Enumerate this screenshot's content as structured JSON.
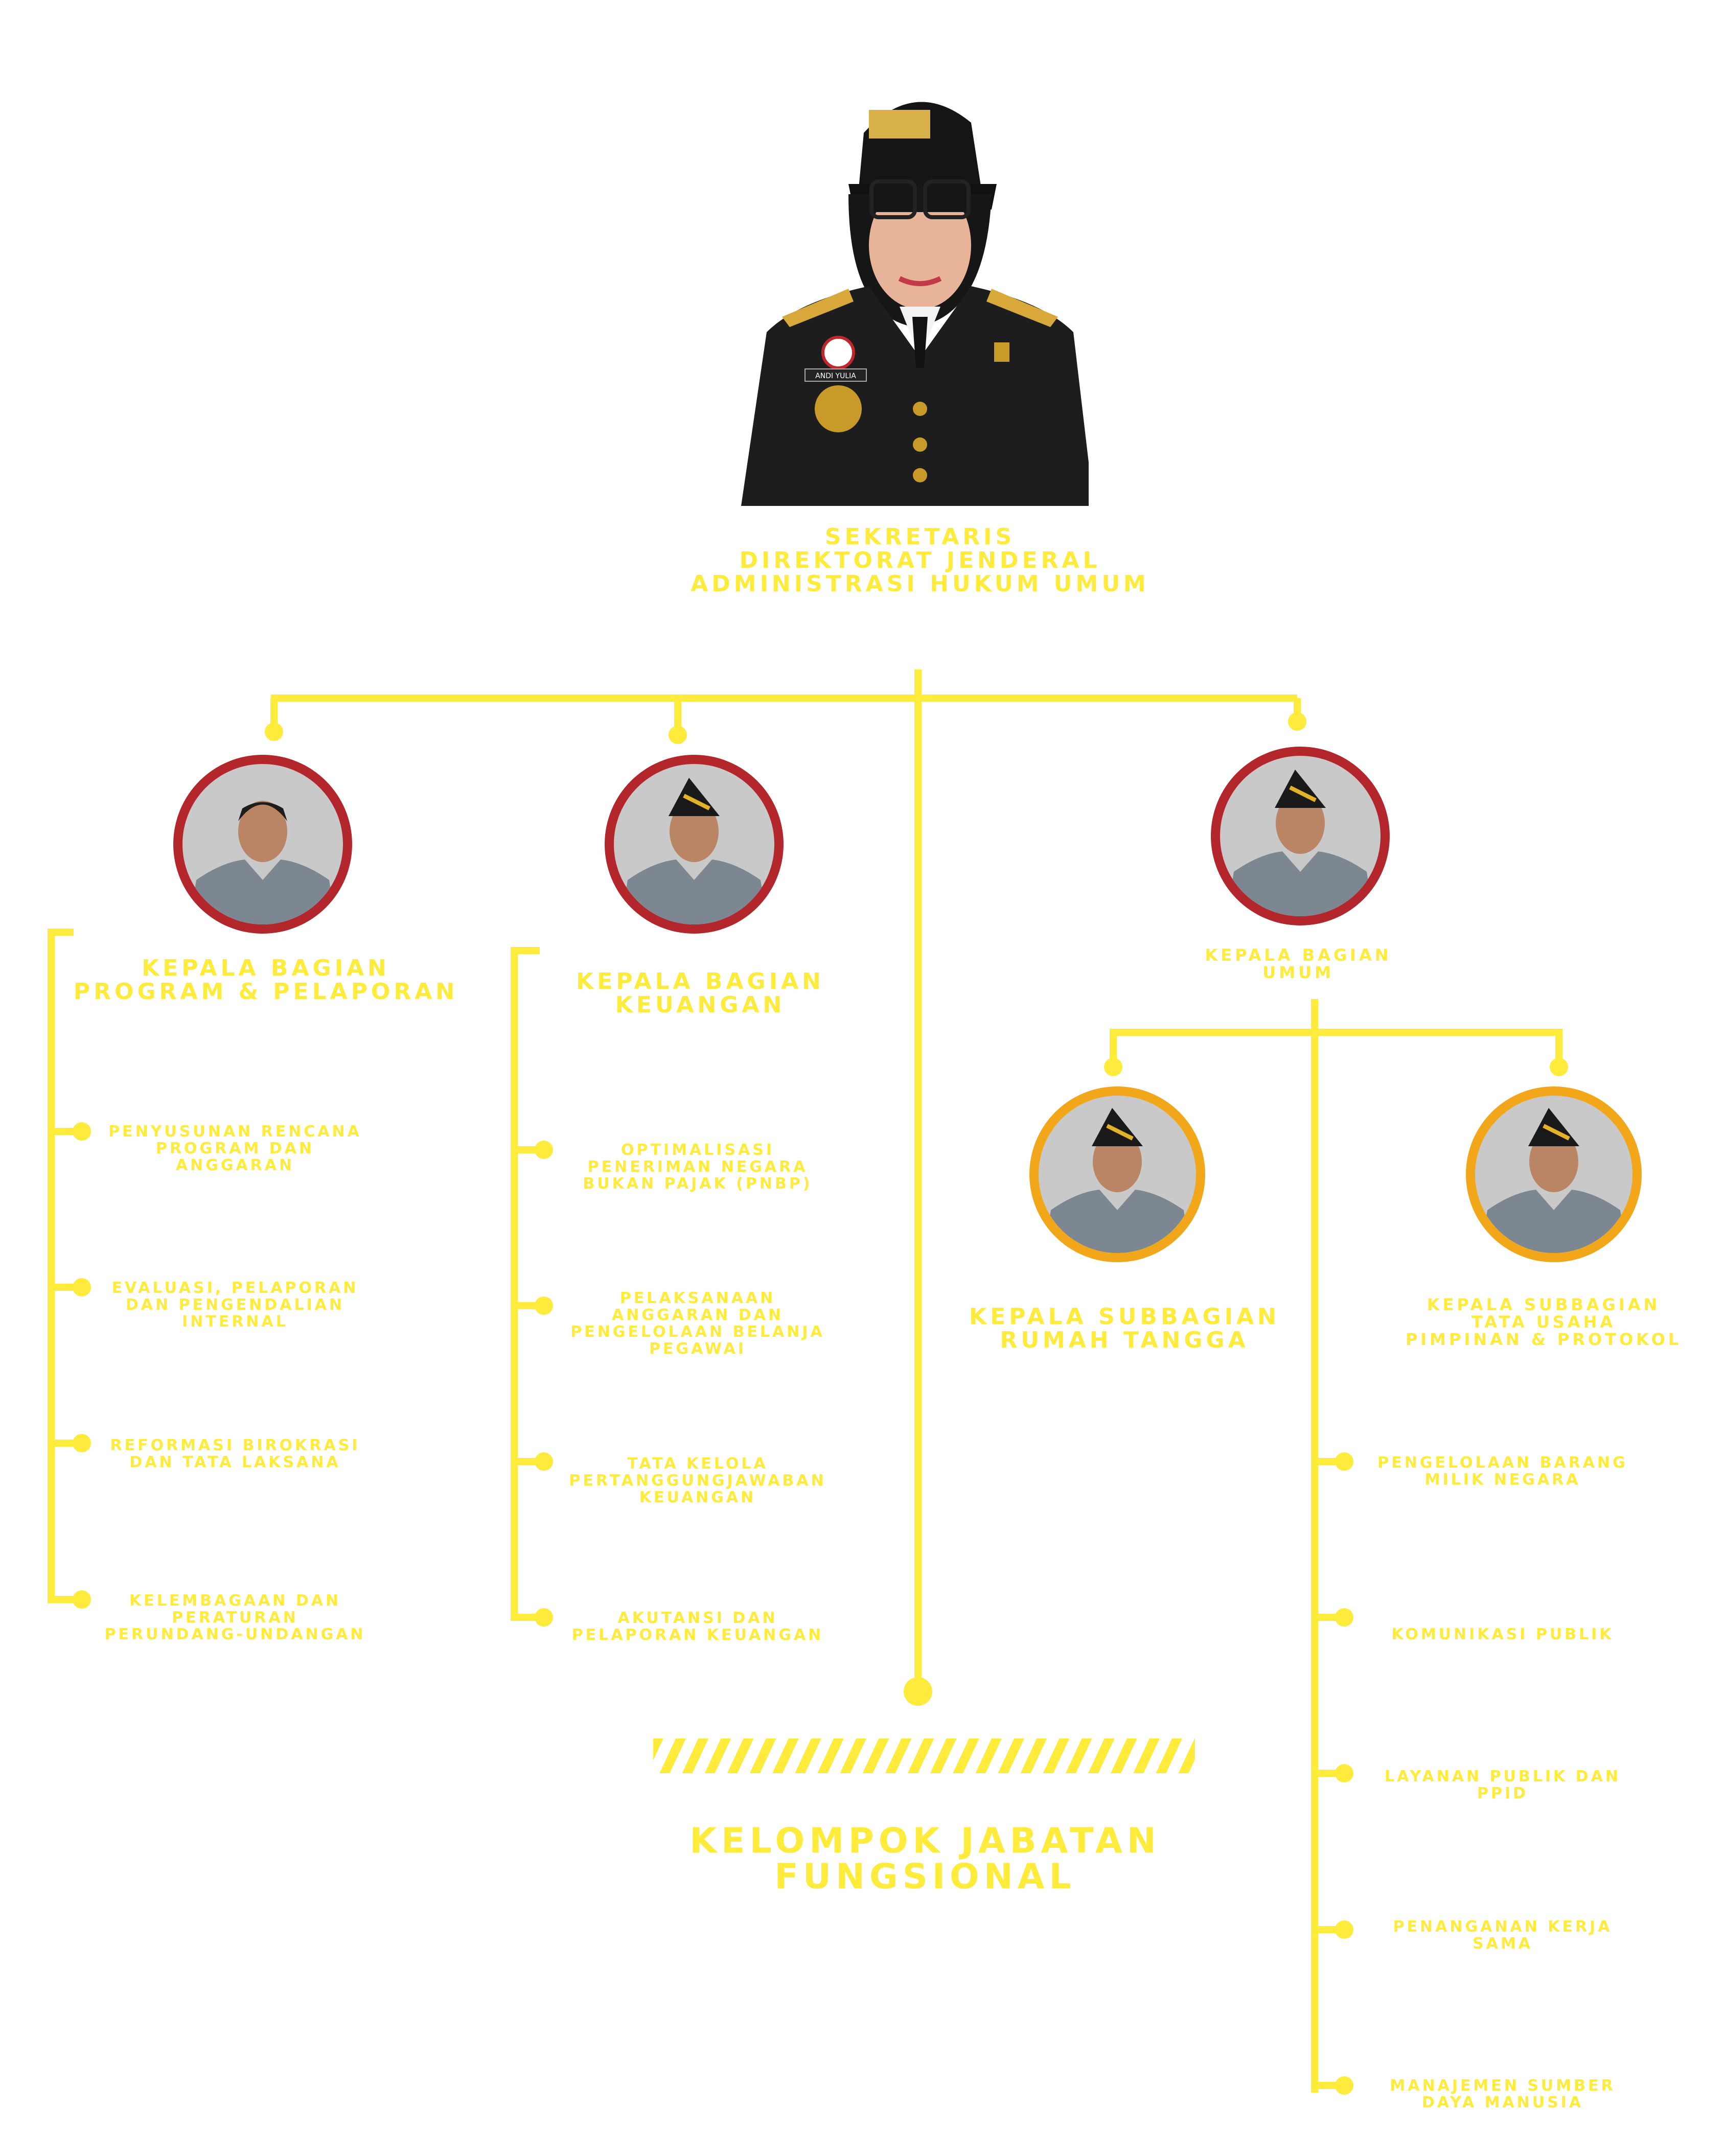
{
  "colors": {
    "line": "#FFEB3B",
    "text": "#FFEB3B",
    "ring_head": "#B3262B",
    "ring_sub": "#F2A71B",
    "photo_bg": "#C9C9C9"
  },
  "top": {
    "name_tag": "ANDI YULIA",
    "title": [
      "SEKRETARIS",
      "DIREKTORAT JENDERAL",
      "ADMINISTRASI HUKUM UMUM"
    ]
  },
  "units": {
    "program": {
      "title": [
        "KEPALA BAGIAN",
        "PROGRAM & PELAPORAN"
      ],
      "items": [
        [
          "PENYUSUNAN RENCANA",
          "PROGRAM DAN",
          "ANGGARAN"
        ],
        [
          "EVALUASI, PELAPORAN",
          "DAN PENGENDALIAN",
          "INTERNAL"
        ],
        [
          "REFORMASI BIROKRASI",
          "DAN TATA LAKSANA"
        ],
        [
          "KELEMBAGAAN DAN",
          "PERATURAN",
          "PERUNDANG-UNDANGAN"
        ]
      ]
    },
    "keuangan": {
      "title": [
        "KEPALA BAGIAN",
        "KEUANGAN"
      ],
      "items": [
        [
          "OPTIMALISASI",
          "PENERIMAN NEGARA",
          "BUKAN PAJAK (PNBP)"
        ],
        [
          "PELAKSANAAN",
          "ANGGARAN DAN",
          "PENGELOLAAN BELANJA",
          "PEGAWAI"
        ],
        [
          "TATA KELOLA",
          "PERTANGGUNGJAWABAN",
          "KEUANGAN"
        ],
        [
          "AKUTANSI DAN",
          "PELAPORAN KEUANGAN"
        ]
      ]
    },
    "umum": {
      "title": [
        "KEPALA BAGIAN",
        "UMUM"
      ]
    },
    "rumah_tangga": {
      "title": [
        "KEPALA SUBBAGIAN",
        "RUMAH TANGGA"
      ]
    },
    "tata_usaha": {
      "title": [
        "KEPALA SUBBAGIAN",
        "TATA USAHA",
        "PIMPINAN & PROTOKOL"
      ],
      "items": [
        [
          "PENGELOLAAN BARANG",
          "MILIK NEGARA"
        ],
        [
          "KOMUNIKASI PUBLIK"
        ],
        [
          "LAYANAN PUBLIK DAN",
          "PPID"
        ],
        [
          "PENANGANAN KERJA",
          "SAMA"
        ],
        [
          "MANAJEMEN SUMBER",
          "DAYA MANUSIA"
        ]
      ]
    }
  },
  "functional": {
    "title": [
      "KELOMPOK JABATAN",
      "FUNGSIONAL"
    ]
  }
}
